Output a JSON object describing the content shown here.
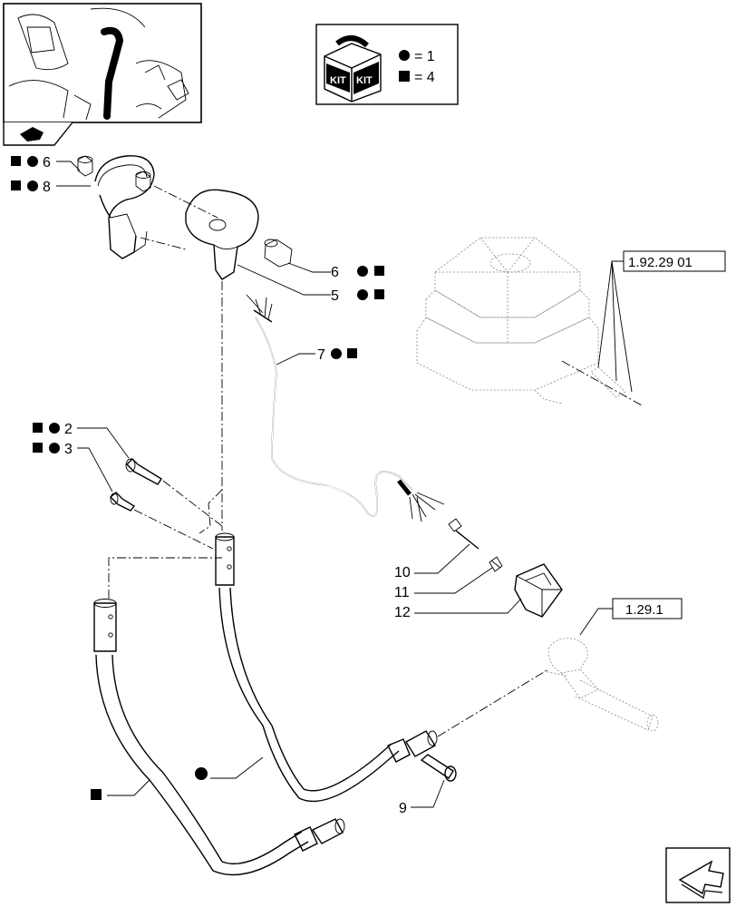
{
  "legend": {
    "kit_text": "KIT",
    "circle_text": "= 1",
    "square_text": "= 4"
  },
  "labels": {
    "l6top": "6",
    "l8": "8",
    "l6right": "6",
    "l5": "5",
    "l7": "7",
    "l2": "2",
    "l3": "3",
    "l10": "10",
    "l11": "11",
    "l12": "12",
    "l9": "9"
  },
  "references": {
    "boot": "1.92.29 01",
    "shaft": "1.29.1"
  }
}
